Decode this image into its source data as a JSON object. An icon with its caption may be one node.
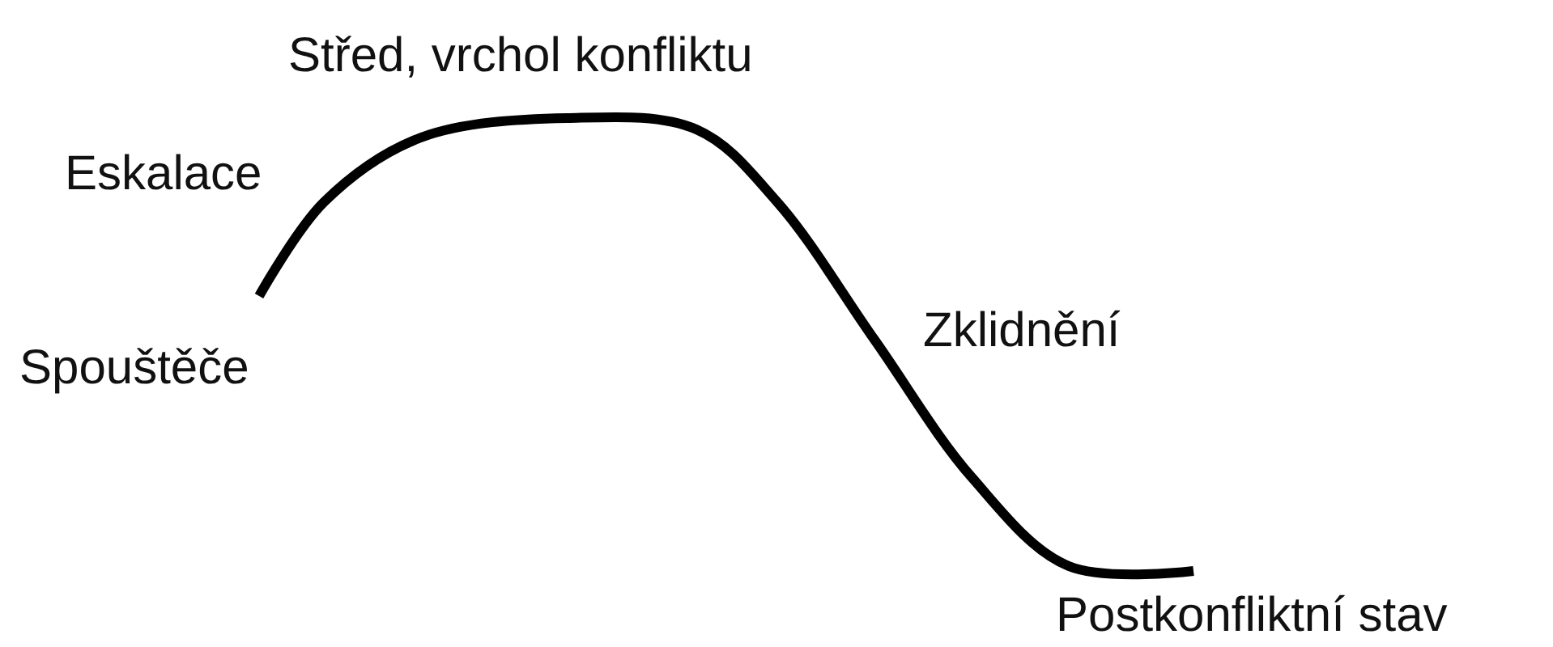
{
  "diagram": {
    "labels": [
      "Střed, vrchol konfliktu",
      "Eskalace",
      "Spouštěče",
      "Zklidnění",
      "Postkonfliktní stav"
    ]
  }
}
